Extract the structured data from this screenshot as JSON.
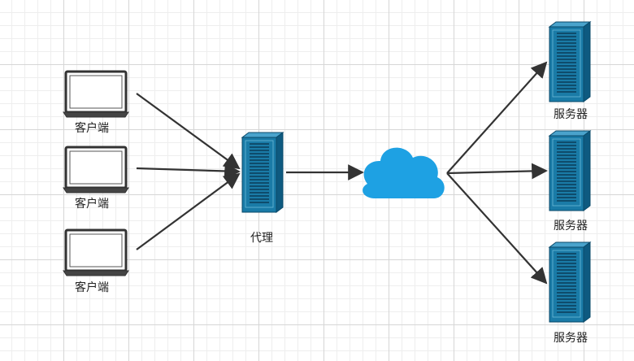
{
  "diagram": {
    "clients": [
      {
        "label": "客户端"
      },
      {
        "label": "客户端"
      },
      {
        "label": "客户端"
      }
    ],
    "proxy": {
      "label": "代理"
    },
    "network": {
      "icon": "cloud-icon"
    },
    "servers": [
      {
        "label": "服务器"
      },
      {
        "label": "服务器"
      },
      {
        "label": "服务器"
      }
    ],
    "colors": {
      "server_front": "#1a7ba7",
      "server_side": "#0e5a80",
      "server_top": "#4aa3cc",
      "cloud": "#1ea1e3",
      "laptop": "#333333",
      "arrow": "#333333"
    }
  }
}
